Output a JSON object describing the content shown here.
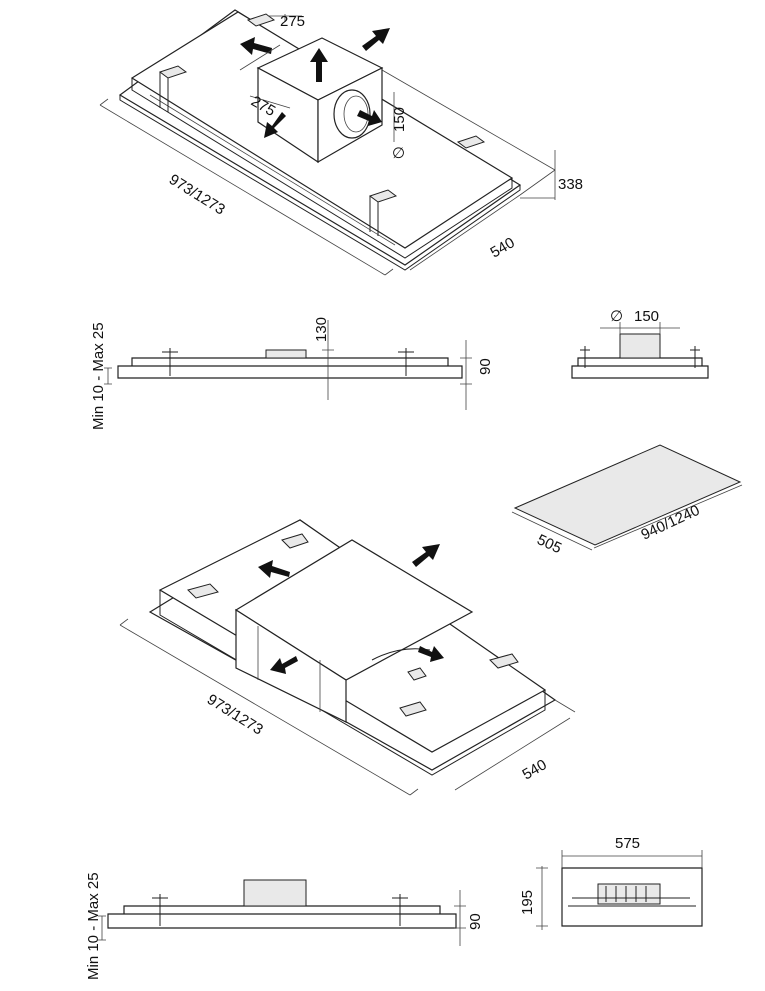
{
  "drawing": {
    "top_iso": {
      "box_width_a": "275",
      "box_width_b": "275",
      "duct_diameter": "150",
      "diameter_symbol": "∅",
      "length": "973/1273",
      "depth": "540",
      "height": "338"
    },
    "front_view_1": {
      "clearance": "Min 10 - Max 25",
      "box_height": "130",
      "body_height": "90"
    },
    "side_view_1": {
      "diameter_symbol": "∅",
      "duct_diameter": "150"
    },
    "cutout": {
      "depth": "505",
      "length": "940/1240"
    },
    "bottom_iso": {
      "length": "973/1273",
      "depth": "540"
    },
    "front_view_2": {
      "clearance": "Min 10 - Max 25",
      "body_height": "90"
    },
    "side_view_2": {
      "width": "575",
      "height": "195"
    }
  },
  "colors": {
    "line": "#222222",
    "fill": "#ffffff",
    "arrow": "#111111"
  }
}
